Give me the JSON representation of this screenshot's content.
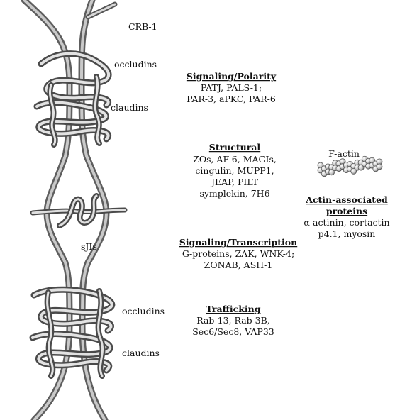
{
  "membrane_labels": {
    "crb1": "CRB-1",
    "occludins_top": "occludins",
    "claudins_top": "claudins",
    "sjis": "sJIs",
    "occludins_bottom": "occludins",
    "claudins_bottom": "claudins"
  },
  "groups": {
    "signaling_polarity": {
      "title": "Signaling/Polarity",
      "lines": [
        "PATJ, PALS-1;",
        "PAR-3, aPKC, PAR-6"
      ]
    },
    "structural": {
      "title": "Structural",
      "lines": [
        "ZOs, AF-6, MAGIs,",
        "cingulin, MUPP1,",
        "JEAP, PILT",
        "symplekin, 7H6"
      ]
    },
    "signaling_transcription": {
      "title": "Signaling/Transcription",
      "lines": [
        "G-proteins, ZAK, WNK-4;",
        "ZONAB, ASH-1"
      ]
    },
    "trafficking": {
      "title": "Trafficking",
      "lines": [
        "Rab-13, Rab 3B,",
        "Sec6/Sec8, VAP33"
      ]
    },
    "actin_associated": {
      "factin_label": "F-actin",
      "title_line1": "Actin-associated",
      "title_line2": "proteins",
      "lines": [
        "α-actinin, cortactin",
        "p4.1, myosin"
      ]
    }
  }
}
